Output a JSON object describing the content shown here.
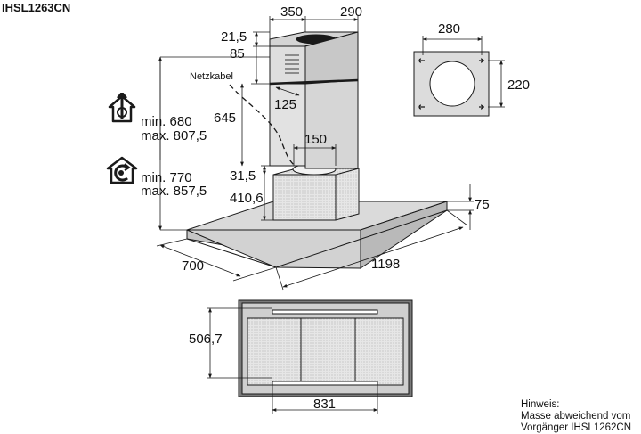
{
  "model": "IHSL1263CN",
  "dimensions": {
    "chimney_width": "350",
    "chimney_depth": "290",
    "top_offset": "21,5",
    "top_section": "85",
    "cable_offset": "125",
    "chimney_height": "645",
    "outlet_diameter": "150",
    "box_offset": "31,5",
    "box_height": "410,6",
    "hood_thickness": "75",
    "hood_depth": "700",
    "hood_width": "1198",
    "bracket_width": "280",
    "bracket_height": "220",
    "filter_depth": "506,7",
    "filter_width": "831"
  },
  "cable_label": "Netzkabel",
  "extraction_mode": {
    "icon": "house-arrow-up-icon",
    "min": "min. 680",
    "max": "max. 807,5"
  },
  "recirculation_mode": {
    "icon": "house-recirculation-icon",
    "min": "min. 770",
    "max": "max. 857,5"
  },
  "note": {
    "title": "Hinweis:",
    "line1": "Masse abweichend vom",
    "line2": "Vorgänger IHSL1262CN"
  },
  "colors": {
    "line": "#1a1a1a",
    "fill_light": "#e3e3e3",
    "fill_mid": "#cfcfcf",
    "fill_dark": "#8c8c8c"
  }
}
